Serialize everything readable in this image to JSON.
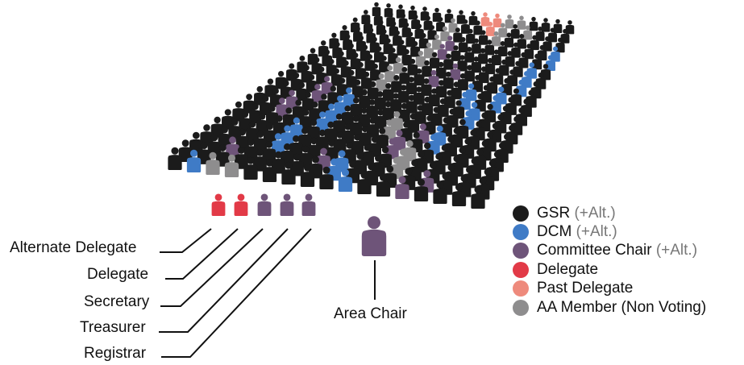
{
  "colors": {
    "gsr": "#1b1b1b",
    "dcm": "#3f7bc6",
    "committee_chair": "#6e5479",
    "delegate": "#e23a47",
    "past_delegate": "#ee8a7c",
    "aa_member": "#8e8d8e"
  },
  "legend": [
    {
      "label": "GSR",
      "note": "(+Alt.)",
      "color_key": "gsr"
    },
    {
      "label": "DCM",
      "note": "(+Alt.)",
      "color_key": "dcm"
    },
    {
      "label": "Committee Chair",
      "note": "(+Alt.)",
      "color_key": "committee_chair"
    },
    {
      "label": "Delegate",
      "note": "",
      "color_key": "delegate"
    },
    {
      "label": "Past Delegate",
      "note": "",
      "color_key": "past_delegate"
    },
    {
      "label": "AA Member (Non Voting)",
      "note": "",
      "color_key": "aa_member"
    }
  ],
  "officers": [
    {
      "label": "Alternate Delegate",
      "color_key": "delegate"
    },
    {
      "label": "Delegate",
      "color_key": "delegate"
    },
    {
      "label": "Secretary",
      "color_key": "committee_chair"
    },
    {
      "label": "Treasurer",
      "color_key": "committee_chair"
    },
    {
      "label": "Registrar",
      "color_key": "committee_chair"
    }
  ],
  "area_chair": {
    "label": "Area Chair",
    "color_key": "committee_chair"
  },
  "crowd_highlights": {
    "dcm": [
      [
        0,
        1
      ],
      [
        0,
        9
      ],
      [
        1,
        8
      ],
      [
        2,
        8
      ],
      [
        3,
        4
      ],
      [
        4,
        4
      ],
      [
        5,
        4
      ],
      [
        6,
        5
      ],
      [
        7,
        5
      ],
      [
        8,
        5
      ],
      [
        9,
        5
      ],
      [
        8,
        13
      ],
      [
        9,
        13
      ],
      [
        10,
        14
      ],
      [
        11,
        14
      ],
      [
        12,
        15
      ],
      [
        13,
        15
      ],
      [
        14,
        15
      ],
      [
        15,
        16
      ],
      [
        16,
        16
      ],
      [
        5,
        12
      ],
      [
        6,
        12
      ],
      [
        10,
        12
      ],
      [
        11,
        12
      ]
    ],
    "committee_chair": [
      [
        0,
        12
      ],
      [
        1,
        13
      ],
      [
        2,
        2
      ],
      [
        2,
        7
      ],
      [
        4,
        10
      ],
      [
        5,
        10
      ],
      [
        6,
        11
      ],
      [
        7,
        2
      ],
      [
        8,
        2
      ],
      [
        9,
        3
      ],
      [
        10,
        3
      ],
      [
        12,
        9
      ],
      [
        13,
        10
      ],
      [
        15,
        8
      ],
      [
        16,
        8
      ]
    ],
    "aa_member": [
      [
        0,
        2
      ],
      [
        0,
        3
      ],
      [
        2,
        11
      ],
      [
        3,
        11
      ],
      [
        4,
        11
      ],
      [
        6,
        9
      ],
      [
        7,
        9
      ],
      [
        11,
        6
      ],
      [
        12,
        6
      ],
      [
        13,
        6
      ],
      [
        14,
        7
      ],
      [
        15,
        7
      ],
      [
        16,
        7
      ],
      [
        17,
        7
      ],
      [
        18,
        7
      ],
      [
        17,
        11
      ],
      [
        18,
        11
      ],
      [
        19,
        11
      ],
      [
        19,
        12
      ],
      [
        18,
        13
      ]
    ],
    "past_delegate": [
      [
        19,
        9
      ],
      [
        19,
        10
      ],
      [
        18,
        10
      ]
    ]
  }
}
